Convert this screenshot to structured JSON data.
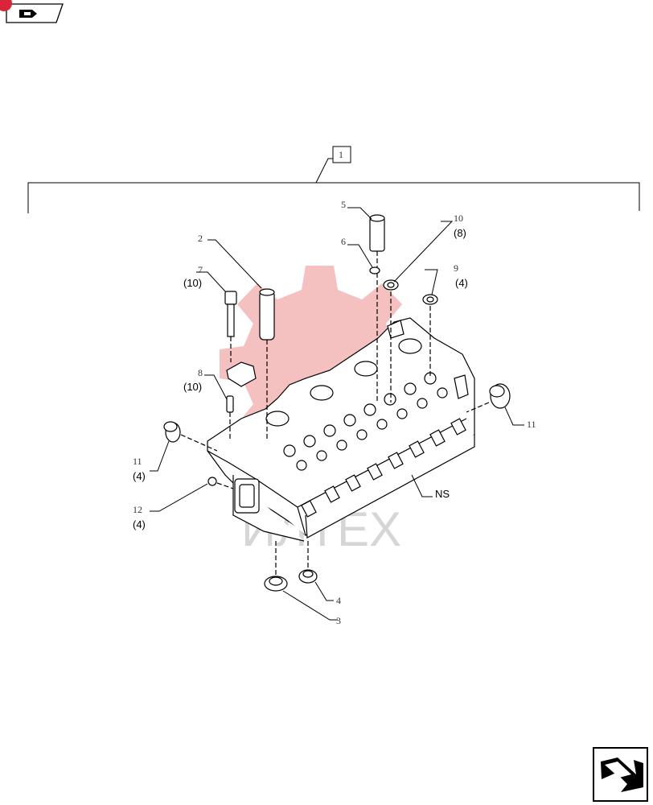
{
  "assembly_callout": "1",
  "callouts": [
    {
      "id": "c2",
      "num": "2"
    },
    {
      "id": "c3",
      "num": "3"
    },
    {
      "id": "c4",
      "num": "4"
    },
    {
      "id": "c5",
      "num": "5"
    },
    {
      "id": "c6",
      "num": "6"
    },
    {
      "id": "c7",
      "num": "7",
      "qty": "(10)"
    },
    {
      "id": "c8",
      "num": "8",
      "qty": "(10)"
    },
    {
      "id": "c9",
      "num": "9",
      "qty": "(4)"
    },
    {
      "id": "c10",
      "num": "10",
      "qty": "(8)"
    },
    {
      "id": "c11a",
      "num": "11",
      "qty": "(4)"
    },
    {
      "id": "c11b",
      "num": "11"
    },
    {
      "id": "c12",
      "num": "12",
      "qty": "(4)"
    }
  ],
  "ns_label": "NS",
  "watermark": "ИЛТЕХ",
  "icons": {
    "top_left": "book-page-icon",
    "bottom_right": "next-page-arrow-icon"
  },
  "colors": {
    "line": "#000000",
    "watermark_gear": "#f3b5b5",
    "badge": "#d9243a"
  }
}
